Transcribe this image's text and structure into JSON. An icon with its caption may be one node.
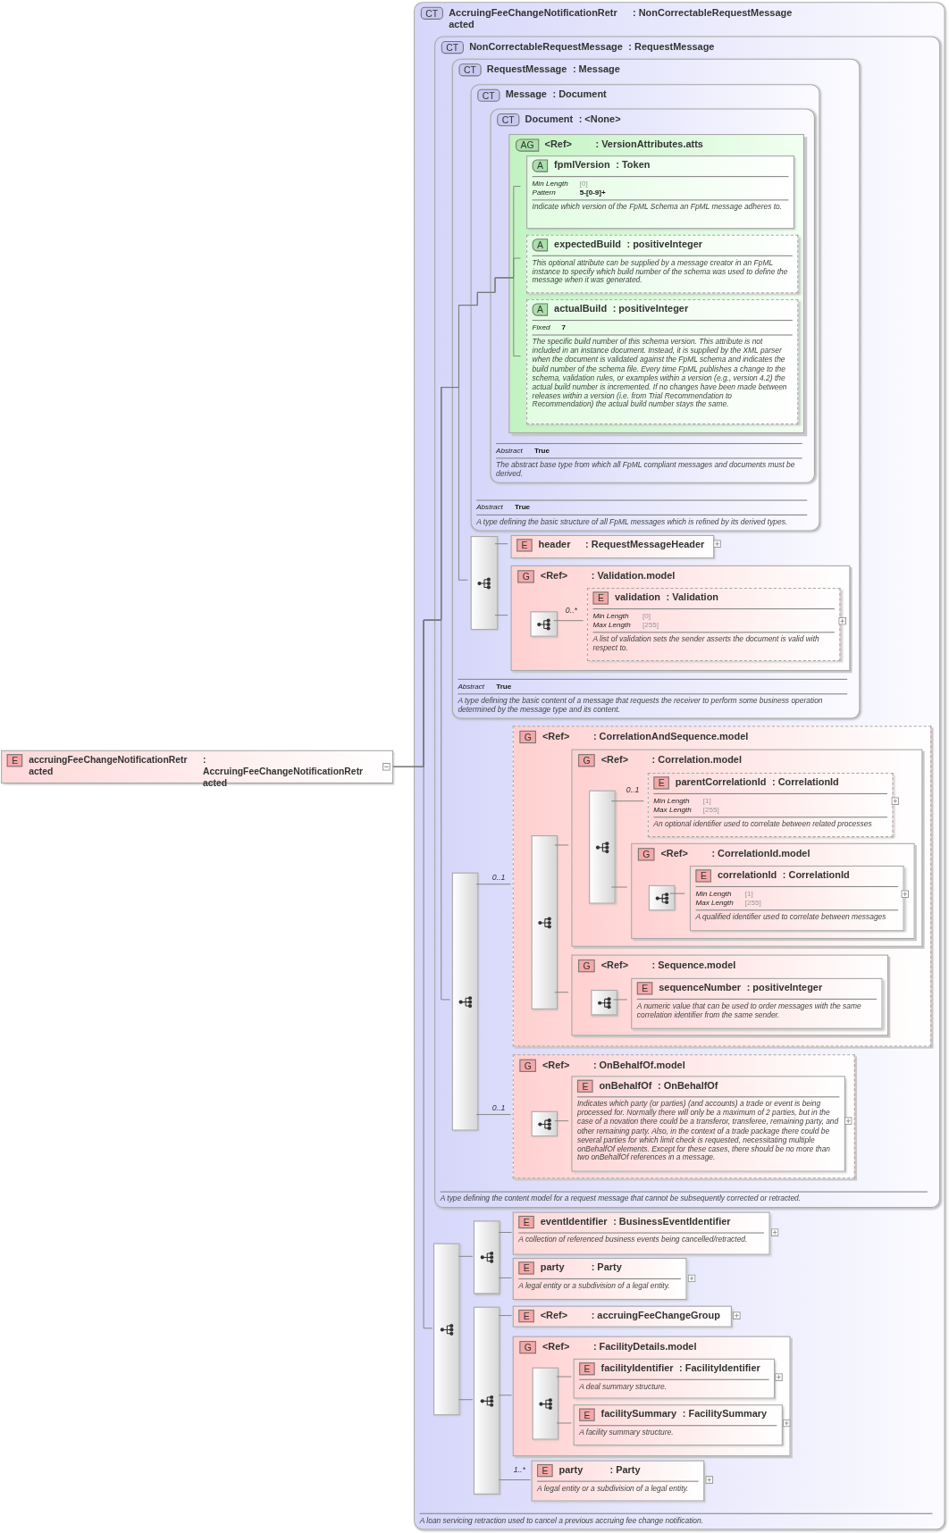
{
  "diagram": {
    "nodes": [
      {
        "text": [
          "E",
          "accruingFeeChangeNotificationRetr acted",
          ": AccruingFeeChangeNotificationRetr acted"
        ]
      },
      {
        "text": [
          "CT",
          "AccruingFeeChangeNotificationRetr acted",
          ": NonCorrectableRequestMessage",
          "A loan servicing retraction used to cancel a previous accruing fee change notification."
        ]
      },
      {
        "text": [
          "CT",
          "NonCorrectableRequestMessage",
          ": RequestMessage",
          "A type defining the content model for a request message that cannot be subsequently corrected or retracted."
        ],
        "in": 1
      },
      {
        "text": [
          "CT",
          "RequestMessage",
          ": Message",
          "Abstract",
          "True",
          "A type defining the basic content of a message that requests the receiver to perform some business operation determined by the message type and its content."
        ],
        "in": 2
      },
      {
        "text": [
          "CT",
          "Message",
          ": Document",
          "Abstract",
          "True",
          "A type defining the basic structure of all FpML messages which is refined by its derived types."
        ],
        "in": 3
      },
      {
        "text": [
          "CT",
          "Document",
          ": <None>",
          "Abstract",
          "True",
          "The abstract base type from which all FpML compliant messages and documents must be derived."
        ],
        "in": 4
      },
      {
        "text": [
          "AG",
          "<Ref>",
          ": VersionAttributes.atts"
        ],
        "in": 5
      },
      {
        "text": [
          "A",
          "fpmlVersion",
          ": Token",
          "Min Length",
          "[0]",
          "Pattern",
          "5-[0-9]+",
          "Indicate which version of the FpML Schema an FpML message adheres to."
        ],
        "in": 6
      },
      {
        "text": [
          "A",
          "expectedBuild",
          ": positiveInteger",
          "This optional attribute can be supplied by a message creator in an FpML instance to specify which build number of the schema was used to define the message when it was generated."
        ],
        "in": 6
      },
      {
        "text": [
          "A",
          "actualBuild",
          ": positiveInteger",
          "Fixed",
          "7",
          "The specific build number of this schema version. This attribute is not included in an instance document. Instead, it is supplied by the XML parser when the document is validated against the FpML schema and indicates the build number of the schema file. Every time FpML publishes a change to the schema, validation rules, or examples within a version (e.g., version 4.2) the actual build number is incremented. If no changes have been made between releases within a version (i.e. from Trial Recommendation to Recommendation) the actual build number stays the same."
        ],
        "in": 6
      },
      {
        "text": [],
        "shape": "box",
        "in": 3
      },
      {
        "text": [
          "E",
          "header",
          ": RequestMessageHeader"
        ],
        "in": 3
      },
      {
        "text": [
          "G",
          "<Ref>",
          ": Validation.model"
        ],
        "in": 3
      },
      {
        "text": [],
        "shape": "box",
        "in": 12
      },
      {
        "text": [
          "E",
          "validation",
          ": Validation",
          "Min Length",
          "[0]",
          "Max Length",
          "[255]",
          "A list of validation sets the sender asserts the document is valid with respect to."
        ],
        "in": 12
      },
      {
        "text": [],
        "shape": "box",
        "in": 2
      },
      {
        "text": [
          "G",
          "<Ref>",
          ": CorrelationAndSequence.model"
        ],
        "in": 2
      },
      {
        "text": [],
        "shape": "box",
        "in": 16
      },
      {
        "text": [
          "G",
          "<Ref>",
          ": Correlation.model"
        ],
        "in": 16
      },
      {
        "text": [],
        "shape": "box",
        "in": 18
      },
      {
        "text": [
          "E",
          "parentCorrelationId",
          ": CorrelationId",
          "Min Length",
          "[1]",
          "Max Length",
          "[255]",
          "An optional identifier used to correlate between related processes"
        ],
        "in": 18
      },
      {
        "text": [
          "G",
          "<Ref>",
          ": CorrelationId.model"
        ],
        "in": 18
      },
      {
        "text": [],
        "shape": "box",
        "in": 21
      },
      {
        "text": [
          "E",
          "correlationId",
          ": CorrelationId",
          "Min Length",
          "[1]",
          "Max Length",
          "[255]",
          "A qualified identifier used to correlate between messages"
        ],
        "in": 21
      },
      {
        "text": [
          "G",
          "<Ref>",
          ": Sequence.model"
        ],
        "in": 16
      },
      {
        "text": [],
        "shape": "box",
        "in": 24
      },
      {
        "text": [
          "E",
          "sequenceNumber",
          ": positiveInteger",
          "A numeric value that can be used to order messages with the same correlation identifier from the same sender."
        ],
        "in": 24
      },
      {
        "text": [
          "G",
          "<Ref>",
          ": OnBehalfOf.model"
        ],
        "in": 2
      },
      {
        "text": [],
        "shape": "box",
        "in": 27
      },
      {
        "text": [
          "E",
          "onBehalfOf",
          ": OnBehalfOf",
          "Indicates which party (or parties) (and accounts) a trade or event is being processed for. Normally there will only be a maximum of 2 parties, but in the case of a novation there could be a transferor, transferee, remaining party, and other remaining party. Also, in the context of a trade package there could be several parties for which limit check is requested, necessitating multiple onBehalfOf elements. Except for these cases, there should be no more than two onBehalfOf references in a message."
        ],
        "in": 27
      },
      {
        "text": [],
        "shape": "box",
        "in": 1
      },
      {
        "text": [],
        "shape": "box",
        "in": 1
      },
      {
        "text": [
          "E",
          "eventIdentifier",
          ": BusinessEventIdentifier",
          "A collection of referenced business events being cancelled/retracted."
        ],
        "in": 1
      },
      {
        "text": [
          "E",
          "party",
          ": Party",
          "A legal entity or a subdivision of a legal entity."
        ],
        "in": 1
      },
      {
        "text": [],
        "shape": "box",
        "in": 1
      },
      {
        "text": [
          "E",
          "<Ref>",
          ": accruingFeeChangeGroup"
        ],
        "in": 1
      },
      {
        "text": [
          "G",
          "<Ref>",
          ": FacilityDetails.model"
        ],
        "in": 1
      },
      {
        "text": [],
        "shape": "box",
        "in": 36
      },
      {
        "text": [
          "E",
          "facilityIdentifier",
          ": FacilityIdentifier",
          "A deal summary structure."
        ],
        "in": 36
      },
      {
        "text": [
          "E",
          "facilitySummary",
          ": FacilitySummary",
          "A facility summary structure."
        ],
        "in": 36
      },
      {
        "text": [
          "E",
          "party",
          ": Party",
          "A legal entity or a subdivision of a legal entity."
        ],
        "in": 1
      }
    ],
    "edges": [
      {
        "from": 0,
        "to": 7,
        "arrow": "none"
      },
      {
        "from": 0,
        "to": 8,
        "arrow": "none"
      },
      {
        "from": 0,
        "to": 9,
        "arrow": "none"
      },
      {
        "from": 0,
        "to": 10,
        "arrow": "none"
      },
      {
        "from": 0,
        "to": 15,
        "arrow": "none"
      },
      {
        "from": 0,
        "to": 30,
        "arrow": "none"
      },
      {
        "from": 10,
        "to": 11,
        "arrow": "none"
      },
      {
        "from": 10,
        "to": 12,
        "arrow": "none"
      },
      {
        "from": 13,
        "to": 14,
        "arrow": "none",
        "label": "0..*"
      },
      {
        "from": 15,
        "to": 16,
        "arrow": "none",
        "label": "0..1"
      },
      {
        "from": 15,
        "to": 27,
        "arrow": "none",
        "label": "0..1"
      },
      {
        "from": 17,
        "to": 18,
        "arrow": "none"
      },
      {
        "from": 17,
        "to": 24,
        "arrow": "none"
      },
      {
        "from": 19,
        "to": 20,
        "arrow": "none",
        "label": "0..1"
      },
      {
        "from": 19,
        "to": 21,
        "arrow": "none"
      },
      {
        "from": 22,
        "to": 23,
        "arrow": "none"
      },
      {
        "from": 25,
        "to": 26,
        "arrow": "none"
      },
      {
        "from": 28,
        "to": 29,
        "arrow": "none"
      },
      {
        "from": 30,
        "to": 31,
        "arrow": "none"
      },
      {
        "from": 30,
        "to": 34,
        "arrow": "none"
      },
      {
        "from": 31,
        "to": 32,
        "arrow": "none"
      },
      {
        "from": 31,
        "to": 33,
        "arrow": "none"
      },
      {
        "from": 34,
        "to": 35,
        "arrow": "none"
      },
      {
        "from": 34,
        "to": 36,
        "arrow": "none"
      },
      {
        "from": 34,
        "to": 40,
        "arrow": "none",
        "label": "1..*"
      },
      {
        "from": 37,
        "to": 38,
        "arrow": "none"
      },
      {
        "from": 37,
        "to": 39,
        "arrow": "none"
      }
    ]
  }
}
